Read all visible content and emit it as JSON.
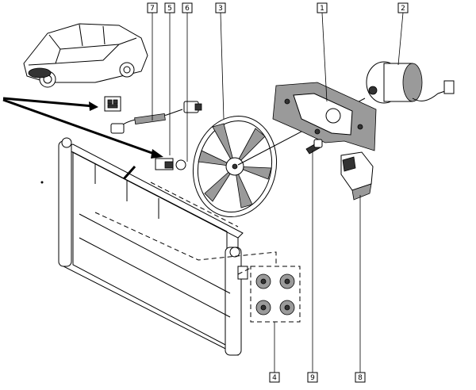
{
  "callouts": [
    {
      "id": "7",
      "label": "7"
    },
    {
      "id": "5",
      "label": "5"
    },
    {
      "id": "6",
      "label": "6"
    },
    {
      "id": "3",
      "label": "3"
    },
    {
      "id": "1",
      "label": "1"
    },
    {
      "id": "2",
      "label": "2"
    },
    {
      "id": "4",
      "label": "4"
    },
    {
      "id": "9",
      "label": "9"
    },
    {
      "id": "8",
      "label": "8"
    }
  ]
}
